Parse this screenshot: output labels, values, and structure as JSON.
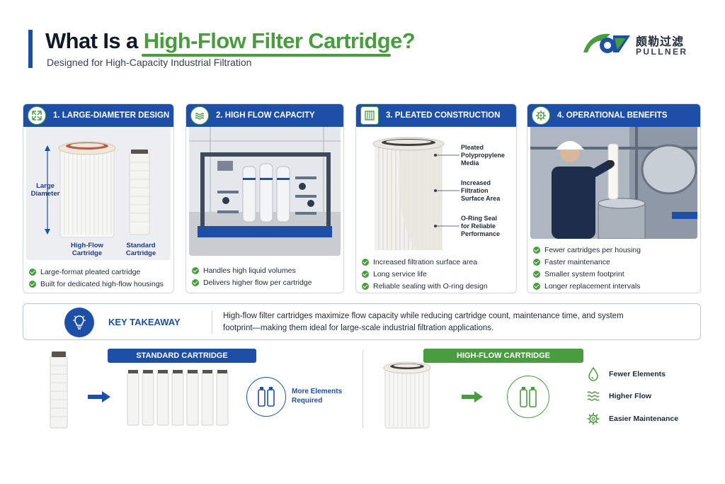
{
  "header": {
    "title_prefix": "What Is a ",
    "title_highlight": "High-Flow Filter Cartridge?",
    "subtitle": "Designed for High-Capacity Industrial Filtration"
  },
  "brand": {
    "name_cn": "颇勒过滤",
    "name_en": "PULLNER"
  },
  "cards": [
    {
      "title": "1. LARGE-DIAMETER DESIGN",
      "icon": "expand-arrows-icon",
      "labels": {
        "large_diameter": "Large\nDiameter",
        "high_flow": "High-Flow\nCartridge",
        "standard": "Standard\nCartridge"
      },
      "bullets": [
        "Large-format pleated cartridge",
        "Built for dedicated high-flow housings"
      ]
    },
    {
      "title": "2. HIGH FLOW CAPACITY",
      "icon": "water-waves-icon",
      "bullets": [
        "Handles high liquid volumes",
        "Delivers higher flow per cartridge"
      ]
    },
    {
      "title": "3. PLEATED CONSTRUCTION",
      "icon": "filter-pleat-icon",
      "callouts": [
        "Pleated\nPolypropylene\nMedia",
        "Increased\nFiltration\nSurface Area",
        "O-Ring Seal\nfor Reliable\nPerformance"
      ],
      "bullets": [
        "Increased filtration surface area",
        "Long service life",
        "Reliable sealing with O-ring design"
      ]
    },
    {
      "title": "4. OPERATIONAL BENEFITS",
      "icon": "gear-icon",
      "bullets": [
        "Fewer cartridges per housing",
        "Faster maintenance",
        "Smaller system footprint",
        "Longer replacement intervals"
      ]
    }
  ],
  "takeaway": {
    "label": "KEY TAKEAWAY",
    "text": "High-flow filter cartridges maximize flow capacity while reducing cartridge count, maintenance time, and system footprint—making them ideal for large-scale industrial filtration applications."
  },
  "comparison": {
    "standard_label": "STANDARD CARTRIDGE",
    "more_elements": "More Elements\nRequired",
    "highflow_label": "HIGH-FLOW CARTRIDGE",
    "benefits": [
      {
        "icon": "water-drops-icon",
        "label": "Fewer Elements"
      },
      {
        "icon": "flow-waves-icon",
        "label": "Higher Flow"
      },
      {
        "icon": "gear-icon",
        "label": "Easier Maintenance"
      }
    ]
  },
  "colors": {
    "brand_blue": "#1e4fa8",
    "brand_green": "#4a9d3f"
  }
}
